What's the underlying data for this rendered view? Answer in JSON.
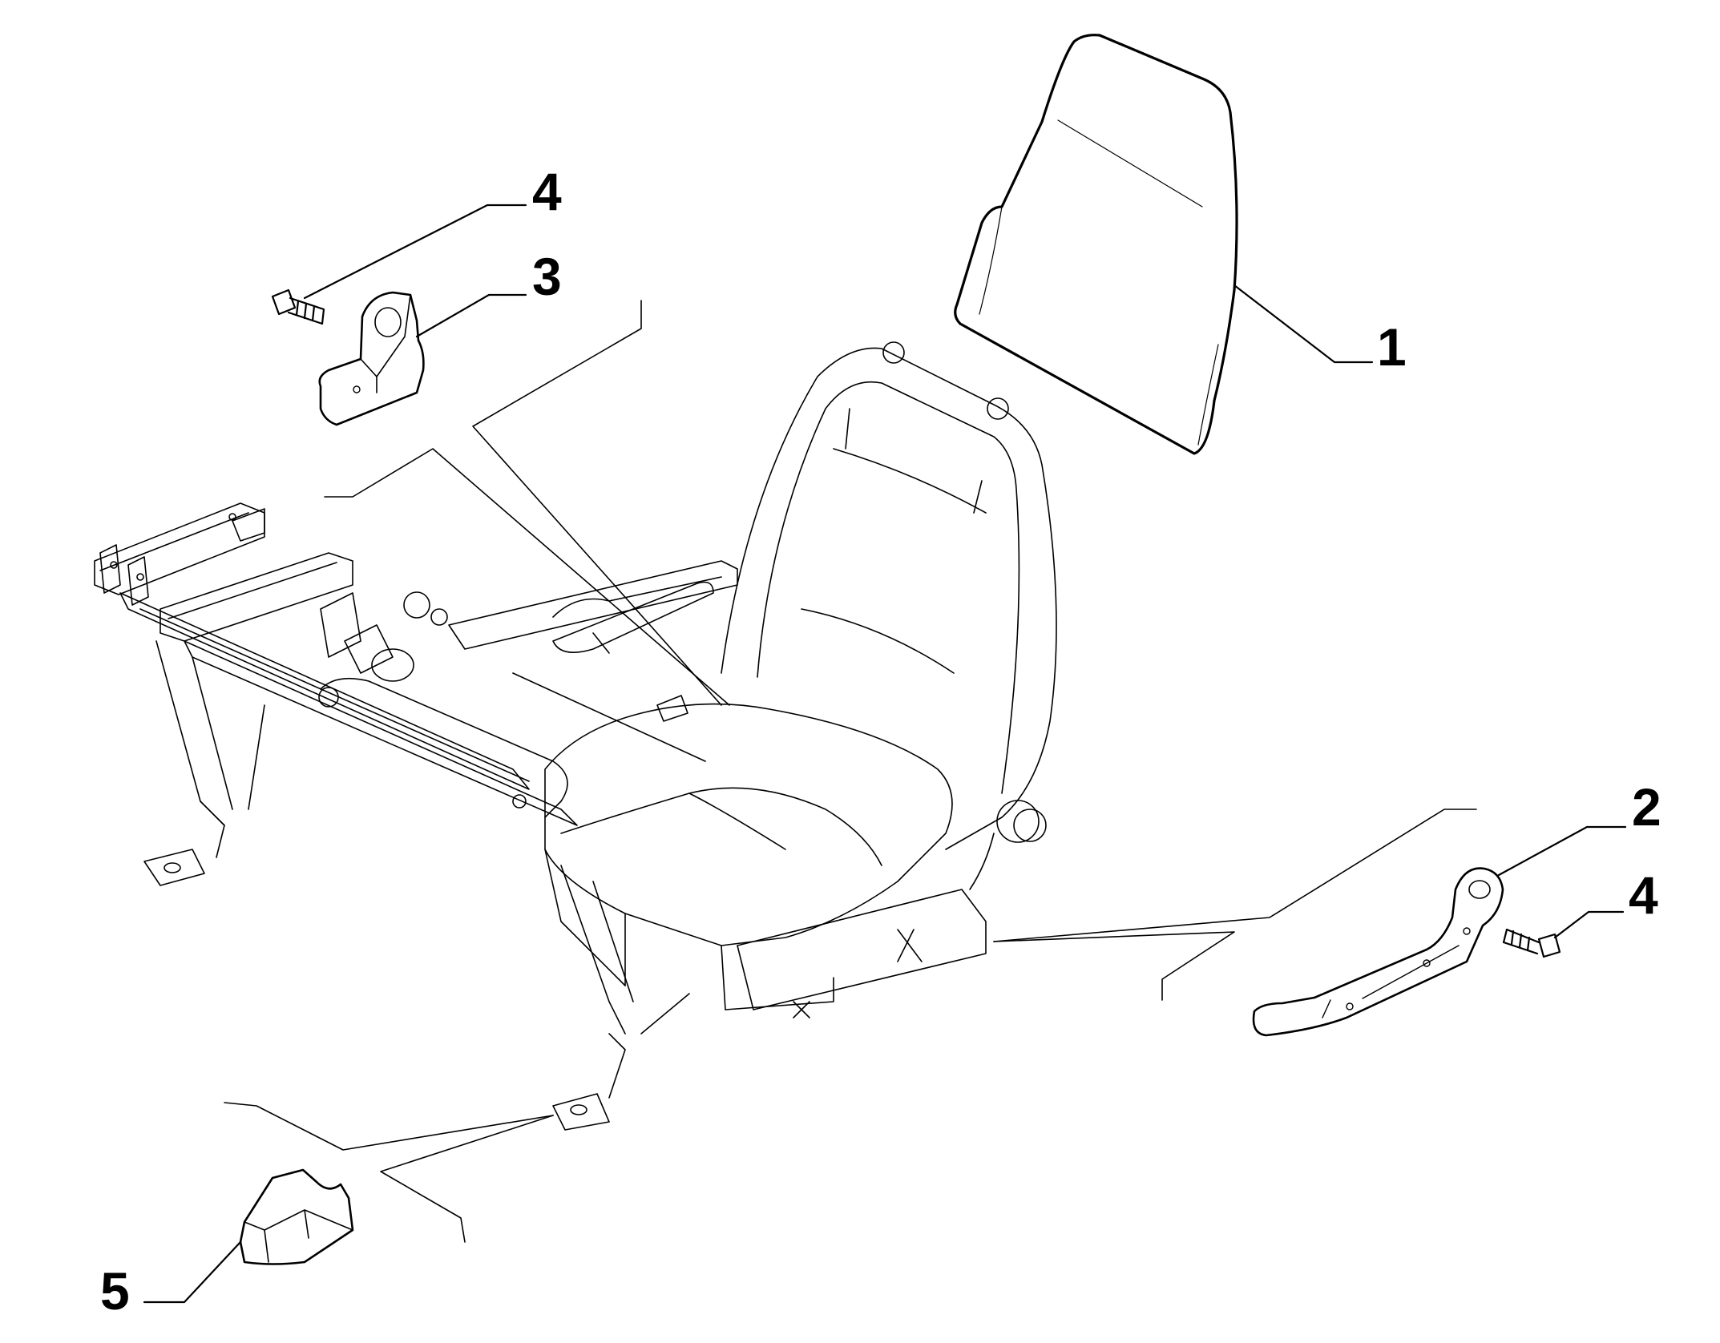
{
  "diagram": {
    "parts": [
      {
        "label": "1",
        "icon": "seat-backrest-panel-icon"
      },
      {
        "label": "2",
        "icon": "side-trim-cover-icon"
      },
      {
        "label": "3",
        "icon": "mounting-bracket-icon"
      },
      {
        "label": "4",
        "icon": "bolt-icon"
      },
      {
        "label": "4",
        "icon": "bolt-icon"
      },
      {
        "label": "5",
        "icon": "rail-end-cap-icon"
      }
    ],
    "colors": {
      "ink": "#000000",
      "background": "#ffffff"
    }
  }
}
